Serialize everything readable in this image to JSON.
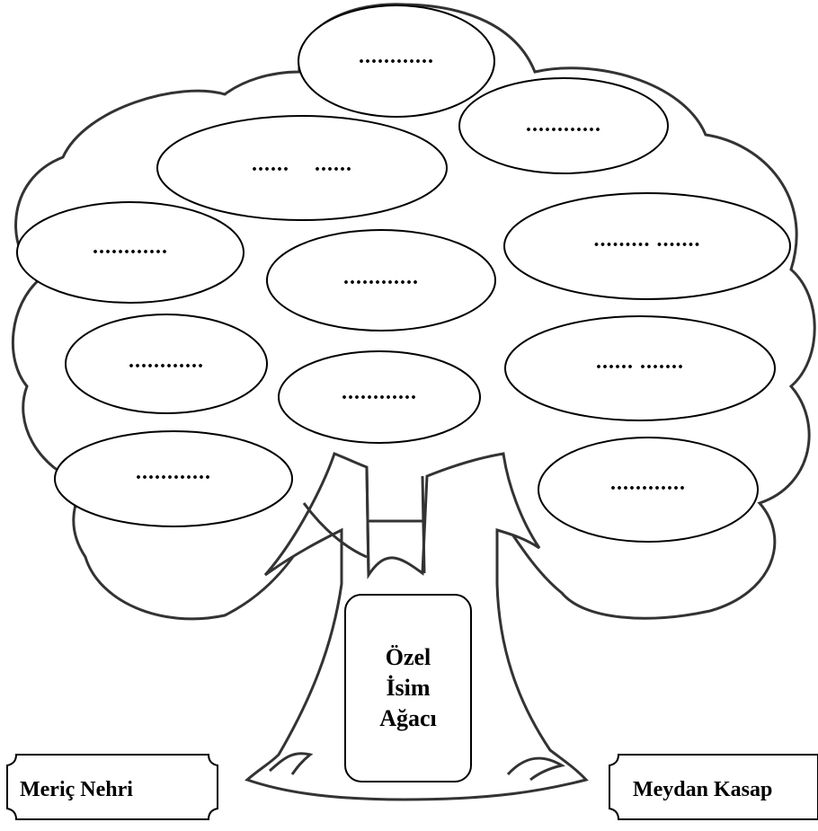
{
  "trunk": {
    "title_lines": [
      "Özel",
      "İsim",
      "Ağacı"
    ]
  },
  "blanks": [
    "............",
    "............",
    "......    ......",
    "............",
    "......... .......",
    "............",
    "............",
    "...... .......",
    "............",
    "............",
    "............"
  ],
  "signs": {
    "left": "Meriç Nehri",
    "right": "Meydan Kasap"
  }
}
